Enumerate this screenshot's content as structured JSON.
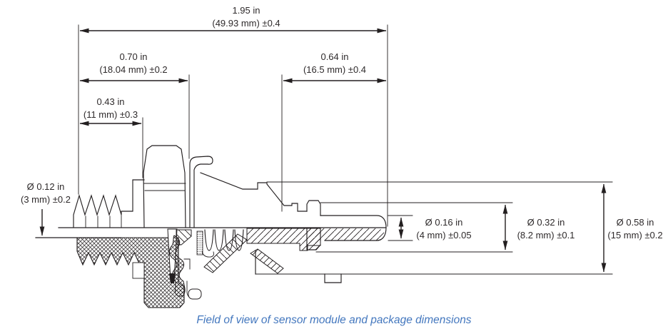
{
  "caption": "Field of view of sensor module and package dimensions",
  "dimensions": {
    "overall_length": {
      "in": "1.95 in",
      "mm": "(49.93 mm) ±0.4"
    },
    "body_length": {
      "in": "0.70 in",
      "mm": "(18.04 mm) ±0.2"
    },
    "tip_length": {
      "in": "0.64 in",
      "mm": "(16.5 mm) ±0.4"
    },
    "thread_length": {
      "in": "0.43 in",
      "mm": "(11 mm) ±0.3"
    },
    "orifice_diameter": {
      "in": "Ø 0.12 in",
      "mm": "(3 mm) ±0.2"
    },
    "probe_diameter": {
      "in": "Ø 0.16 in",
      "mm": "(4 mm) ±0.05"
    },
    "sleeve_diameter": {
      "in": "Ø 0.32 in",
      "mm": "(8.2 mm) ±0.1"
    },
    "body_diameter": {
      "in": "Ø 0.58 in",
      "mm": "(15 mm) ±0.2"
    }
  },
  "colors": {
    "line": "#231f20",
    "text": "#2e2a2b",
    "caption": "#4377be",
    "background": "#ffffff"
  }
}
